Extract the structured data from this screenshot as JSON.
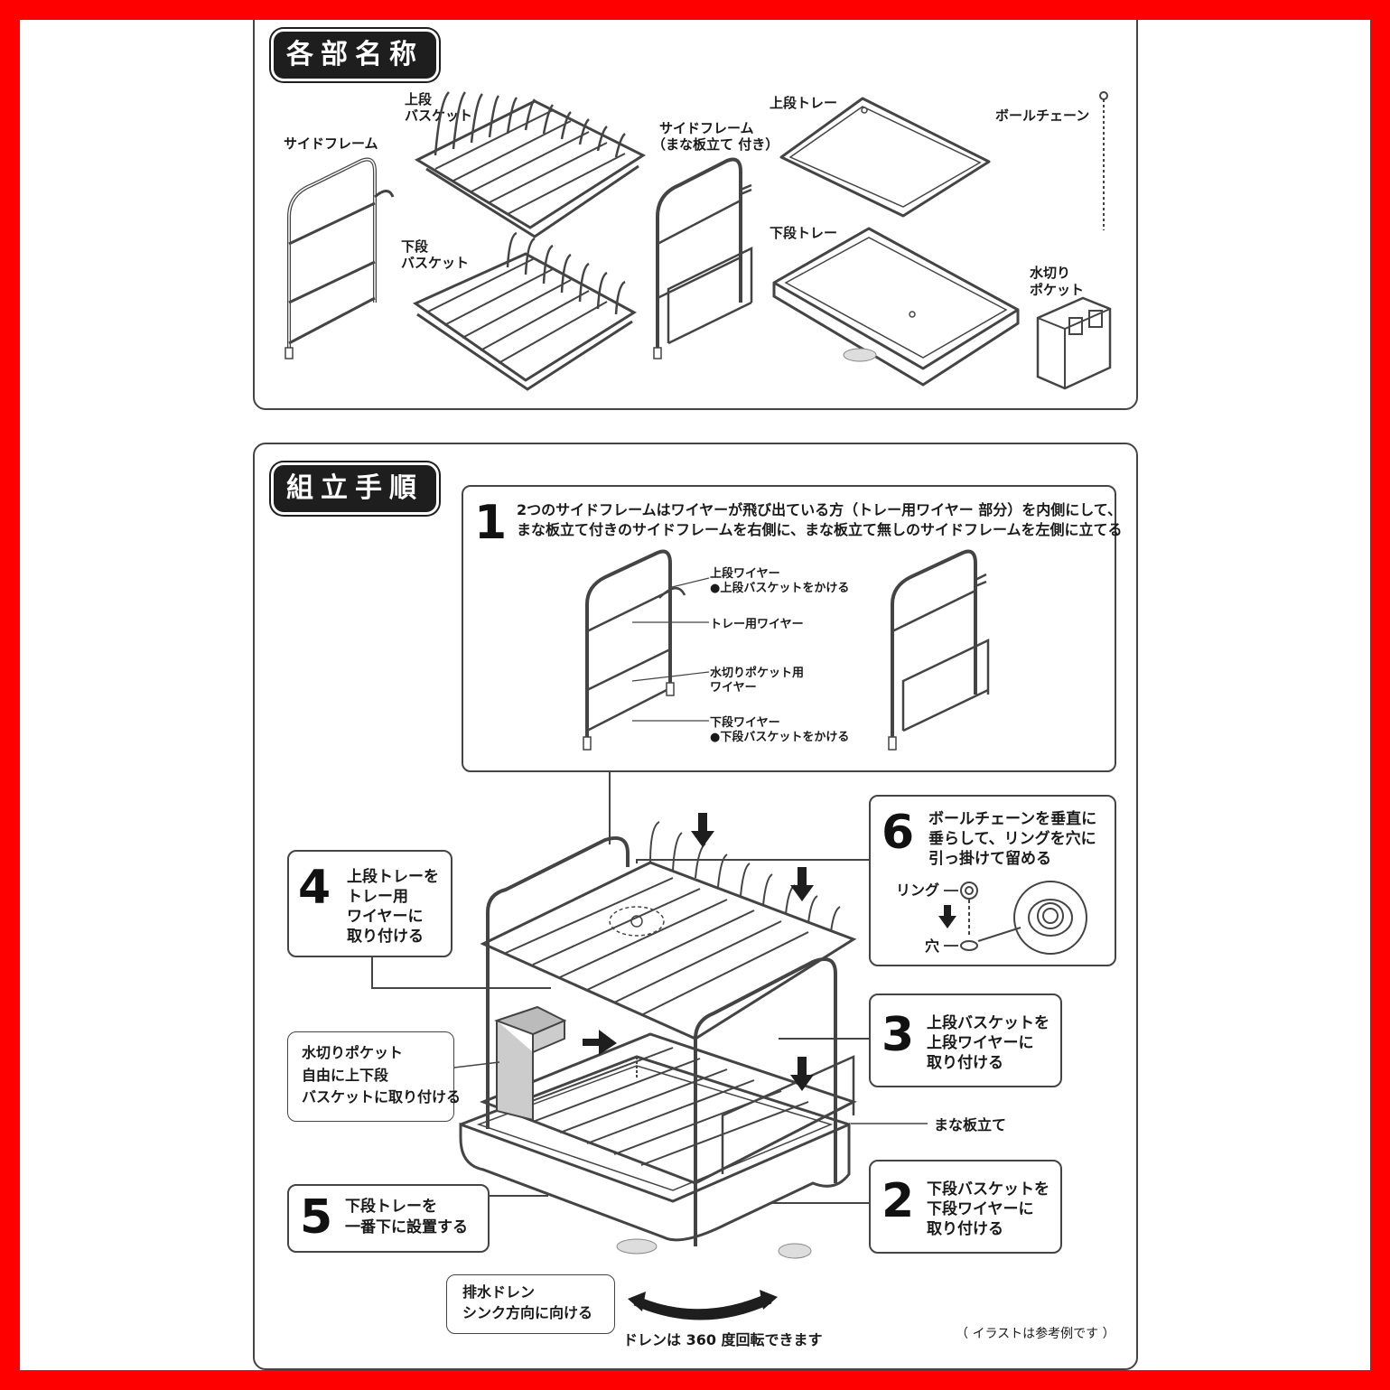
{
  "parts_section": {
    "title": "各部名称",
    "labels": {
      "side_frame": "サイドフレーム",
      "upper_basket": [
        "上段",
        "バスケット"
      ],
      "lower_basket": [
        "下段",
        "バスケット"
      ],
      "side_frame_board": [
        "サイドフレーム",
        "（まな板立て 付き）"
      ],
      "upper_tray": "上段トレー",
      "lower_tray": "下段トレー",
      "ball_chain": "ボールチェーン",
      "drain_pocket": [
        "水切り",
        "ポケット"
      ]
    }
  },
  "assembly_section": {
    "title": "組立手順",
    "step1": {
      "number": "1",
      "text": [
        "2つのサイドフレームはワイヤーが飛び出ている方（トレー用ワイヤー 部分）を内側にして、",
        "まな板立て付きのサイドフレームを右側に、まな板立て無しのサイドフレームを左側に立てる"
      ],
      "callouts": {
        "upper_wire": [
          "上段ワイヤー",
          "●上段バスケットをかける"
        ],
        "tray_wire": "トレー用ワイヤー",
        "pocket_wire": [
          "水切りポケット用",
          "ワイヤー"
        ],
        "lower_wire": [
          "下段ワイヤー",
          "●下段バスケットをかける"
        ]
      }
    },
    "step2": {
      "number": "2",
      "text": [
        "下段バスケットを",
        "下段ワイヤーに",
        "取り付ける"
      ]
    },
    "step3": {
      "number": "3",
      "text": [
        "上段バスケットを",
        "上段ワイヤーに",
        "取り付ける"
      ]
    },
    "step4": {
      "number": "4",
      "text": [
        "上段トレーを",
        "トレー用",
        "ワイヤーに",
        "取り付ける"
      ]
    },
    "step5": {
      "number": "5",
      "text": [
        "下段トレーを",
        "一番下に設置する"
      ]
    },
    "step6": {
      "number": "6",
      "text": [
        "ボールチェーンを垂直に",
        "垂らして、リングを穴に",
        "引っ掛けて留める"
      ],
      "ring_label": "リング",
      "hole_label": "穴"
    },
    "pocket_note": [
      "水切りポケット",
      "自由に上下段",
      "バスケットに取り付ける"
    ],
    "board_stand_label": "まな板立て",
    "drain_note": [
      "排水ドレン",
      "シンク方向に向ける"
    ],
    "rotate_note": "ドレンは 360 度回転できます",
    "illustration_note": "（ イラストは参考例です ）"
  },
  "colors": {
    "border_red": "#ff0000",
    "ink": "#1e1e1e",
    "pocket_gray": "#cccccc"
  }
}
